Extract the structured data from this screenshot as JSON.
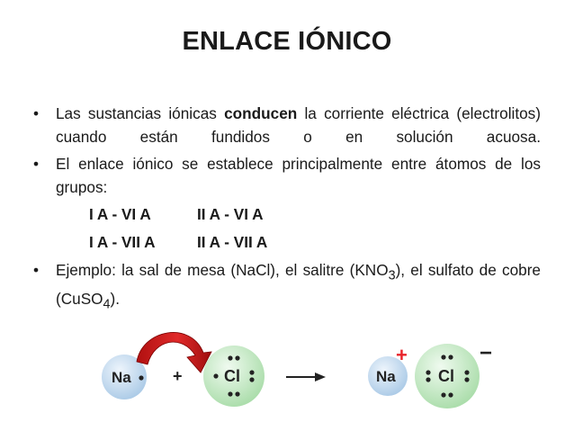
{
  "title": "ENLACE IÓNICO",
  "bullet_symbol": "•",
  "bullets": [
    {
      "before": "Las sustancias iónicas ",
      "strong": "conducen",
      "after": " la corriente eléctrica (electrolitos) cuando están fundidos o en solución acuosa."
    },
    {
      "text": "El enlace iónico se establece principalmente entre átomos de los grupos:"
    }
  ],
  "groups": [
    [
      "I A - VI A",
      "II A - VI A"
    ],
    [
      "I A - VII A",
      "II A - VII A"
    ]
  ],
  "example": {
    "p1": "Ejemplo: la sal de mesa (NaCl), el salitre (KNO",
    "sub1": "3",
    "p2": "), el sulfato de cobre (CuSO",
    "sub2": "4",
    "p3": ")."
  },
  "diagram": {
    "na": "Na",
    "cl": "Cl",
    "plus": "+",
    "charge_plus": "+",
    "charge_minus": "−",
    "colors": {
      "na_atom": "#bdd7ee",
      "cl_atom": "#c5e9c5",
      "arrow": "#d11f1f",
      "charge_plus": "#e8242b"
    }
  }
}
